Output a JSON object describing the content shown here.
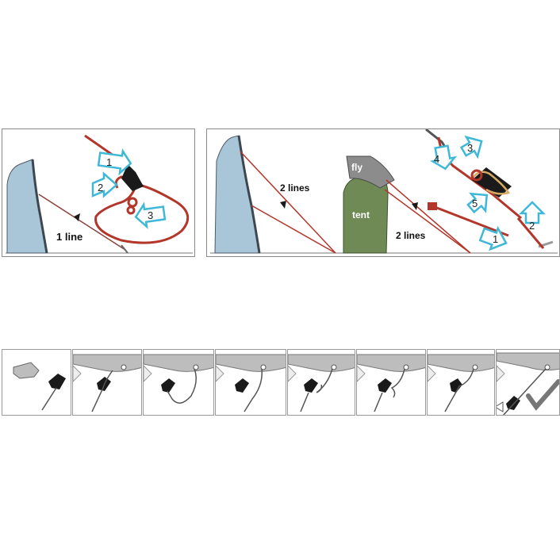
{
  "panel_a": {
    "line_label": "1 line",
    "steps": [
      "1",
      "2",
      "3"
    ]
  },
  "panel_b": {
    "lines_left_label": "2 lines",
    "fly_label": "fly",
    "tent_label": "tent",
    "lines_right_label": "2 lines",
    "steps": [
      "1",
      "2",
      "3",
      "4",
      "5"
    ]
  },
  "colors": {
    "wall": "#a9c6d8",
    "tent": "#6f8a55",
    "fly": "#8c8c8c",
    "cord": "#b3362a",
    "arrow": "#3fb8d8",
    "clip": "#1a1a1a"
  },
  "sequence": {
    "frame_count": 8
  }
}
